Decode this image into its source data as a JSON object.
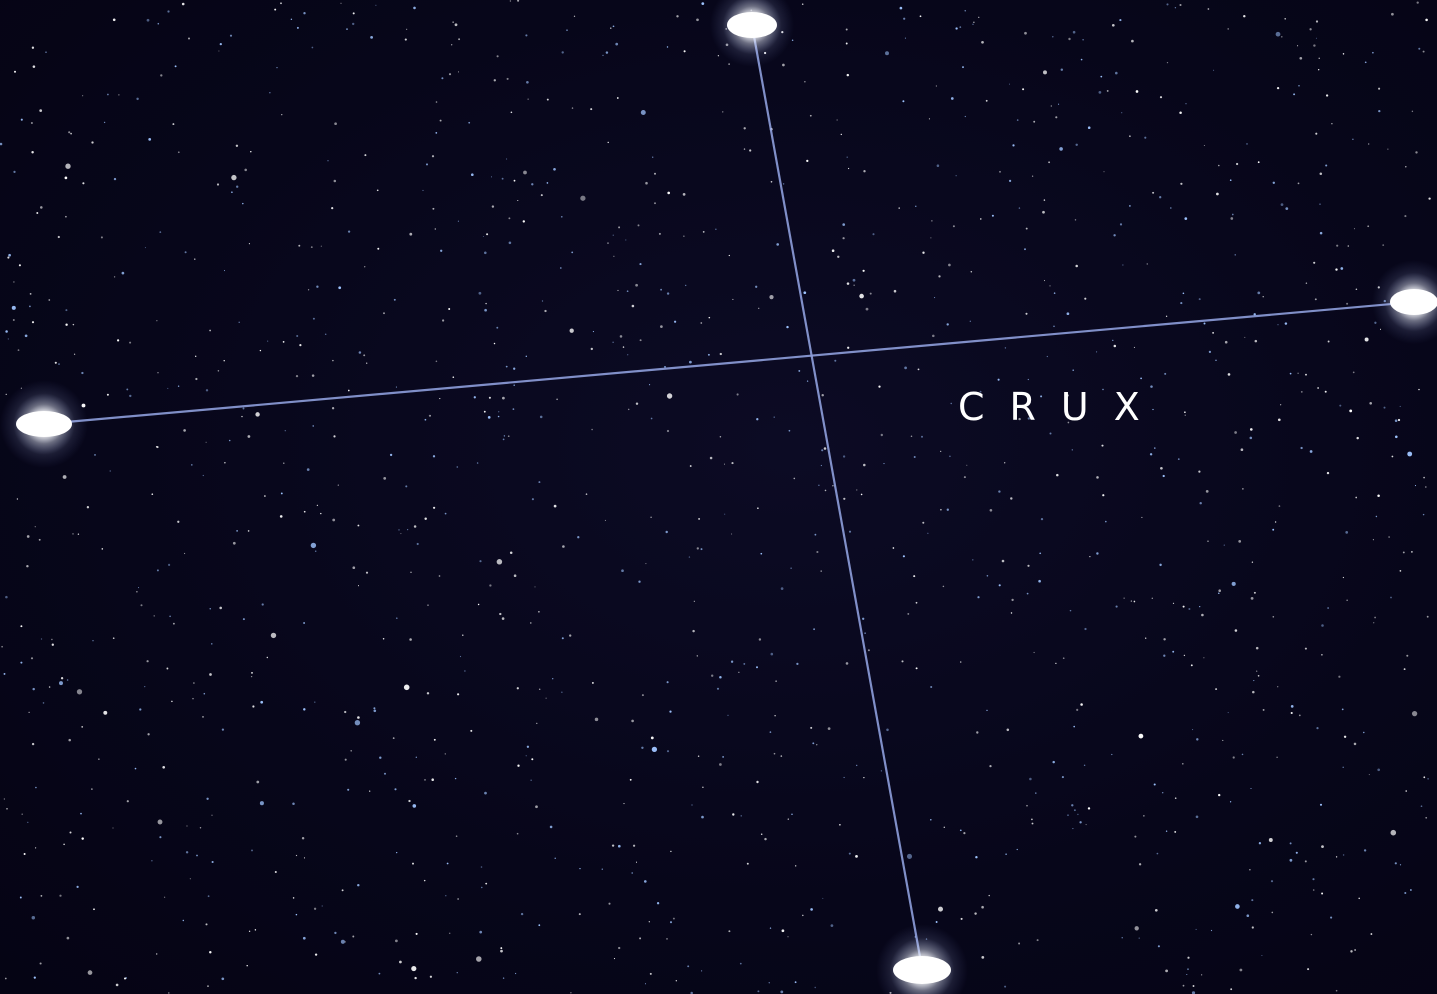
{
  "constellation": {
    "label": "CRUX"
  },
  "colors": {
    "sky_background": "#07061a",
    "constellation_line": "#8e9fdc",
    "label_text": "#ffffff",
    "star_white": "#ffffff",
    "star_blue": "#9fc4ff"
  },
  "bright_stars": [
    {
      "name": "top-star"
    },
    {
      "name": "right-star"
    },
    {
      "name": "left-star"
    },
    {
      "name": "bottom-star"
    }
  ],
  "constellation_lines": [
    {
      "from": "top-star",
      "to": "bottom-star"
    },
    {
      "from": "left-star",
      "to": "right-star"
    }
  ]
}
